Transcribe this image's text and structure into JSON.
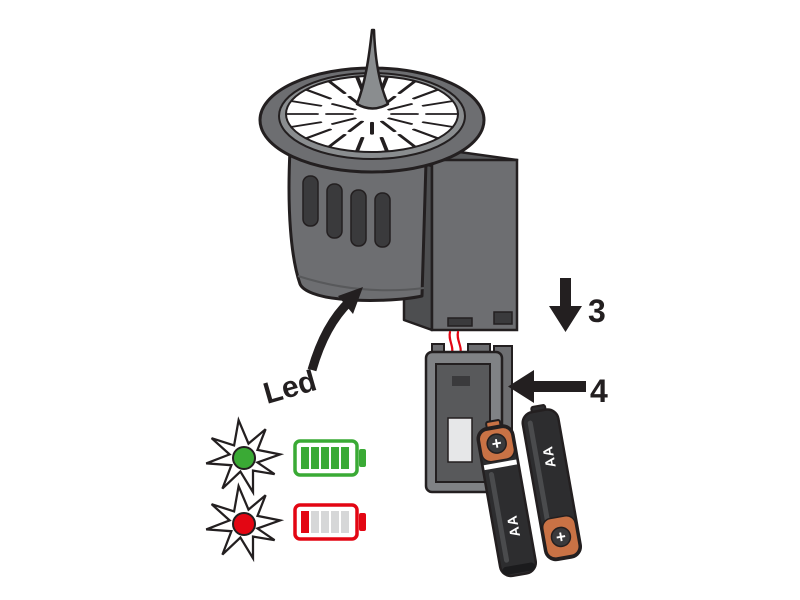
{
  "labels": {
    "led": "Led",
    "step3": "3",
    "step4": "4"
  },
  "battery": {
    "size": "AA",
    "plus": "+"
  },
  "colors": {
    "outline": "#231f20",
    "device_gray": "#6d6e71",
    "led_green": "#3aaa35",
    "led_red": "#e30613",
    "wire_red": "#e30613",
    "copper": "#c97245",
    "battery_bar_gray": "#d6d7d8"
  },
  "indicators": [
    {
      "led": "green",
      "battery_level": "full",
      "bars_lit": 5,
      "bars_total": 5
    },
    {
      "led": "red",
      "battery_level": "low",
      "bars_lit": 1,
      "bars_total": 5
    }
  ]
}
